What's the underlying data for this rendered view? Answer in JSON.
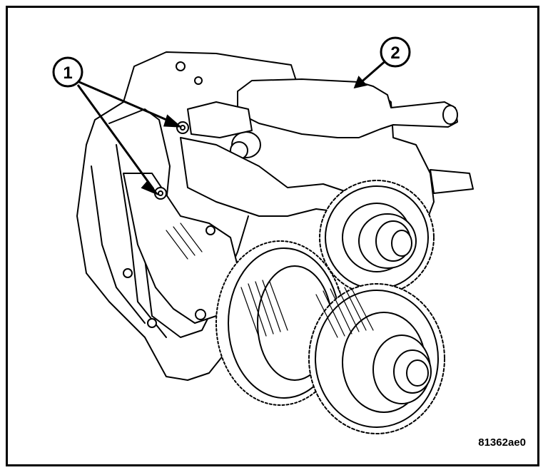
{
  "callouts": [
    {
      "id": "1",
      "label": "1"
    },
    {
      "id": "2",
      "label": "2"
    }
  ],
  "figure_code": "81362ae0",
  "colors": {
    "line": "#000000",
    "background": "#ffffff"
  }
}
